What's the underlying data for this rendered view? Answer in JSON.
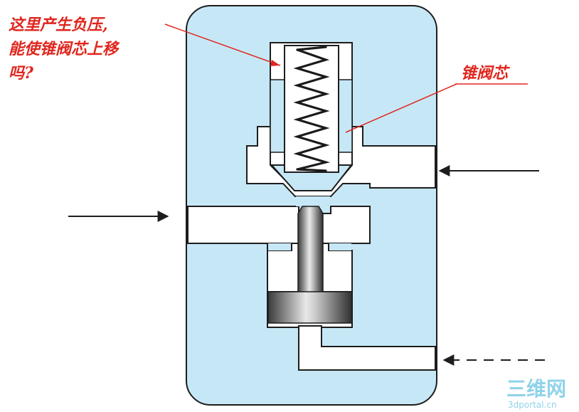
{
  "annotations": {
    "question_line1": "这里产生负压,",
    "question_line2": "能使锥阀芯上移",
    "question_line3": "吗?",
    "poppet_label": "锥阀芯"
  },
  "watermark": {
    "brand": "三维网",
    "url": "3dportal.cn"
  },
  "colors": {
    "body_fill": "#c6e7f6",
    "outline": "#1d1d1d",
    "annotation": "#e0261e",
    "watermark": "#8fd3ea"
  },
  "icons": [
    "arrow-right-icon",
    "arrow-left-icon",
    "dashed-arrow-left-icon",
    "spring-icon"
  ]
}
